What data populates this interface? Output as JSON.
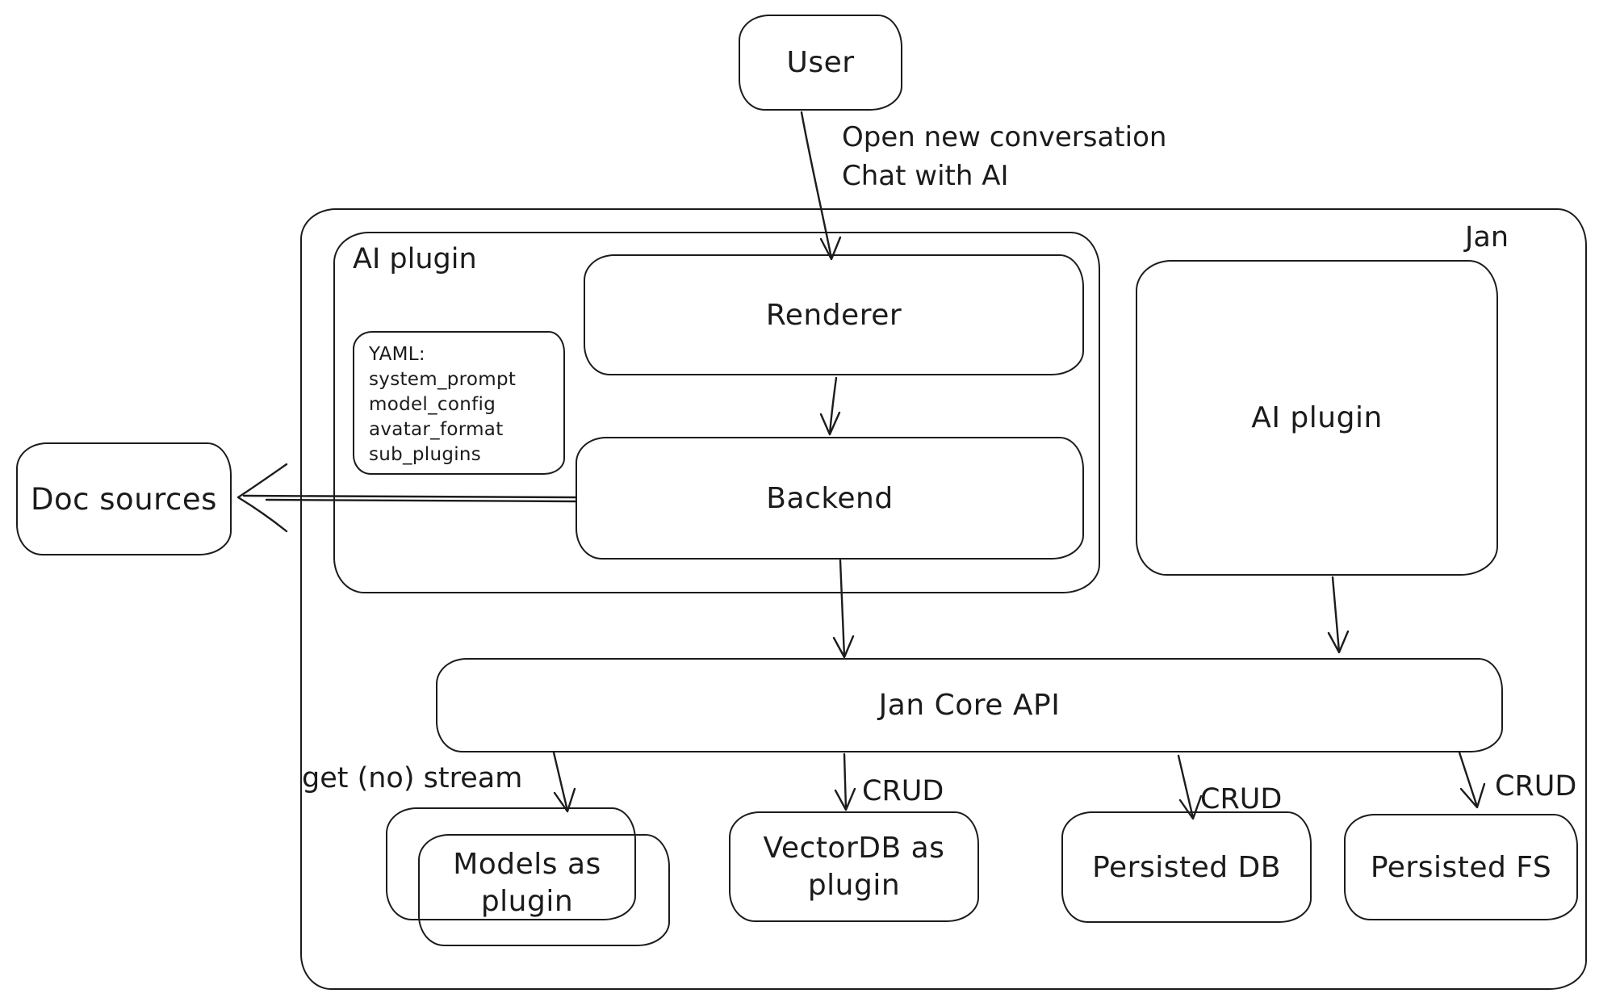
{
  "colors": {
    "stroke": "#1c1c1c",
    "background": "#ffffff"
  },
  "nodes": {
    "user": {
      "label": "User"
    },
    "jan_container": {
      "label": "Jan"
    },
    "ai_plugin_group": {
      "label": "AI plugin"
    },
    "yaml_note": {
      "lines": [
        "YAML:",
        "system_prompt",
        "model_config",
        "avatar_format",
        "sub_plugins"
      ]
    },
    "renderer": {
      "label": "Renderer"
    },
    "backend": {
      "label": "Backend"
    },
    "doc_sources": {
      "label": "Doc sources"
    },
    "ai_plugin_box": {
      "label": "AI plugin"
    },
    "jan_core_api": {
      "label": "Jan Core API"
    },
    "models_as_plugin": {
      "lines": [
        "Models as",
        "plugin"
      ]
    },
    "vectordb_as_plugin": {
      "lines": [
        "VectorDB as",
        "plugin"
      ]
    },
    "persisted_db": {
      "label": "Persisted DB"
    },
    "persisted_fs": {
      "label": "Persisted FS"
    }
  },
  "edges": {
    "user_to_renderer": {
      "lines": [
        "Open new conversation",
        "Chat with AI"
      ]
    },
    "core_to_models": {
      "label": "get (no) stream"
    },
    "core_to_vectordb": {
      "label": "CRUD"
    },
    "core_to_persisted_db": {
      "label": "CRUD"
    },
    "core_to_persisted_fs": {
      "label": "CRUD"
    }
  }
}
